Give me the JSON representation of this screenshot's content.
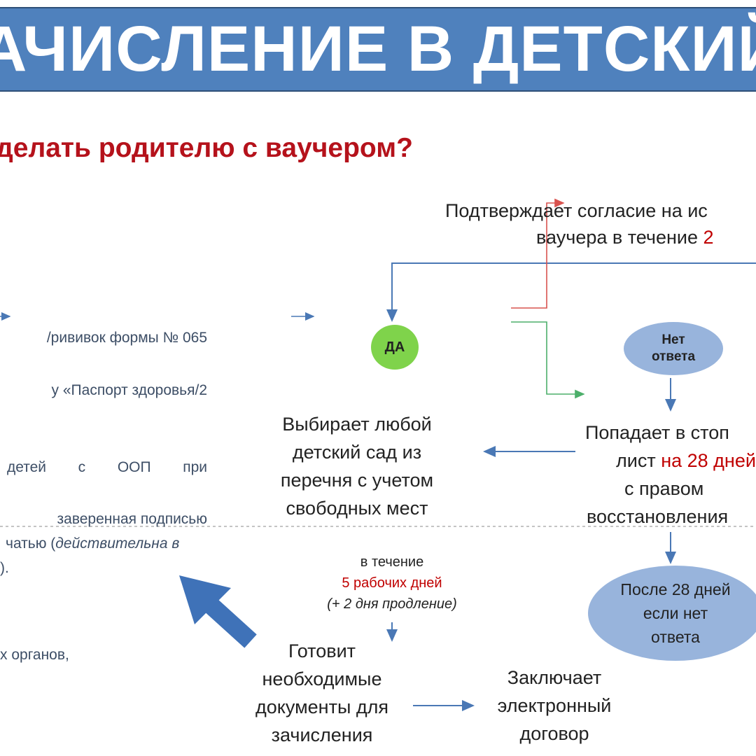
{
  "header": {
    "title": "АЧИСЛЕНИЕ В ДЕТСКИЙ СА"
  },
  "subtitle": "делать родителю с ваучером?",
  "left_text": {
    "line1": "рививок формы № 065/",
    "line2": "2/у «Паспорт здоровья",
    "line3_a": "детей",
    "line3_b": "с",
    "line3_c": "ООП",
    "line3_d": "при",
    "line4": "заверенная подписью",
    "line5_a": "чатью (",
    "line5_b": "действительна в",
    "line6": ").",
    "line7": "х органов,"
  },
  "flow": {
    "top_note": {
      "line1": "Подтверждает согласие на ис",
      "line2_a": "ваучера в течение ",
      "line2_b": "2"
    },
    "yes_label": "ДА",
    "no_answer": {
      "line1": "Нет",
      "line2": "ответа"
    },
    "choose": {
      "l1": "Выбирает любой",
      "l2": "детский сад из",
      "l3": "перечня с учетом",
      "l4": "свободных мест"
    },
    "stop": {
      "l1": "Попадает в стоп",
      "l2_a": "лист ",
      "l2_b": "на 28 дней",
      "l3": "с правом",
      "l4": "восстановления"
    },
    "during": {
      "l1": "в течение",
      "l2": "5 рабочих дней",
      "l3": "(+ 2 дня продление)"
    },
    "after28": {
      "l1": "После 28 дней",
      "l2": "если нет",
      "l3": "ответа"
    },
    "prepare": {
      "l1": "Готовит",
      "l2": "необходимые",
      "l3": "документы для",
      "l4": "зачисления"
    },
    "contract": {
      "l1": "Заключает",
      "l2": "электронный",
      "l3": "договор"
    }
  },
  "colors": {
    "banner": "#4f81bd",
    "accent_red": "#c00000",
    "yes_oval": "#7fd34b",
    "oval_blue": "#98b4dc",
    "arrow_blue": "#4a78b5",
    "big_arrow": "#3f72b8"
  }
}
